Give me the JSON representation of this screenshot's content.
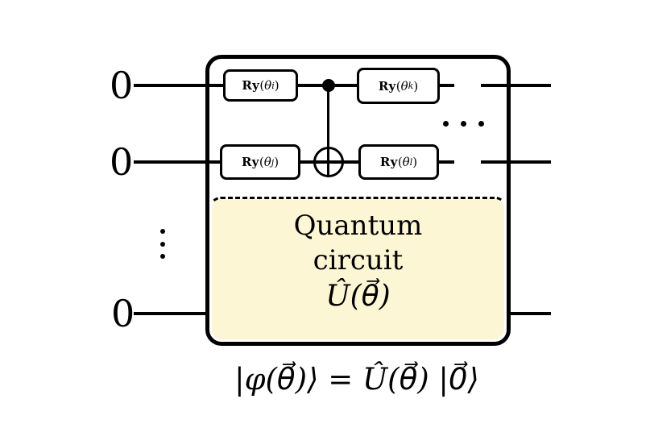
{
  "colors": {
    "ink": "#000000",
    "regionFill": "#FCF6D5",
    "gateFill": "#FFFFFF"
  },
  "circuit": {
    "qubit_labels": [
      "0",
      "0",
      "0"
    ],
    "gates": [
      {
        "bold": "Ry",
        "open": "(",
        "theta": "θ",
        "sub": "i",
        "close": ")"
      },
      {
        "bold": "Ry",
        "open": "(",
        "theta": "θ",
        "sub": "j",
        "close": ")"
      },
      {
        "bold": "Ry",
        "open": "(",
        "theta": "θ",
        "sub": "k",
        "close": ")"
      },
      {
        "bold": "Ry",
        "open": "(",
        "theta": "θ",
        "sub": "l",
        "close": ")"
      }
    ],
    "region": {
      "line1": "Quantum",
      "line2": "circuit",
      "line3": "Û(θ⃗)"
    },
    "icons": {
      "cnot_control": "filled-dot",
      "cnot_target": "circled-plus",
      "horizontal_ellipsis": "dots-3-horizontal",
      "vertical_ellipsis": "dots-3-vertical"
    }
  },
  "equation": {
    "text": "|φ(θ⃗)⟩ = Û(θ⃗) |0⃗⟩"
  }
}
